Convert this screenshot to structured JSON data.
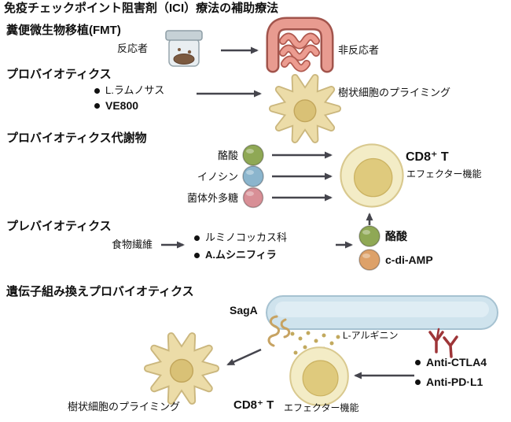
{
  "title": "免疫チェックポイント阻害剤（ICI）療法の補助療法",
  "fmt": {
    "label": "糞便微生物移植(FMT)",
    "responder": "反応者",
    "nonresponder": "非反応者"
  },
  "probiotics": {
    "label": "プロバイオティクス",
    "items": [
      {
        "label": "L.ラムノサス"
      },
      {
        "label": "VE800"
      }
    ],
    "result": "樹状細胞のプライミング"
  },
  "metabolites": {
    "label": "プロバイオティクス代謝物",
    "items": [
      {
        "label": "酪酸",
        "color": "#8fa855"
      },
      {
        "label": "イノシン",
        "color": "#8bb5cd"
      },
      {
        "label": "菌体外多糖",
        "color": "#d88f96"
      }
    ],
    "cell": "CD8⁺ T",
    "cell_sub": "エフェクター機能"
  },
  "prebiotics": {
    "label": "プレバイオティクス",
    "fiber": "食物繊維",
    "bacteria": [
      {
        "label": "ルミノコッカス科"
      },
      {
        "label": "A.ムシニフィラ"
      }
    ],
    "products": [
      {
        "label": "酪酸",
        "color": "#8fa855"
      },
      {
        "label": "c-di-AMP",
        "color": "#dda169"
      }
    ]
  },
  "engineered": {
    "label": "遺伝子組み換えプロバイオティクス",
    "saga": "SagA",
    "arginine": "L-アルギニン",
    "antibodies": [
      {
        "label": "Anti-CTLA4"
      },
      {
        "label": "Anti-PD·L1"
      }
    ],
    "dc_result": "樹状細胞のプライミング",
    "cell": "CD8⁺ T",
    "cell_sub": "エフェクター機能"
  },
  "colors": {
    "arrow": "#45454d",
    "tcell_body": "#f3ecc6",
    "tcell_nucleus": "#dfca7d",
    "dendritic_cell": "#ecdca8",
    "bacterium": "#cfe3ed",
    "antibody": "#9e3538",
    "intestine": "#e89b90"
  }
}
